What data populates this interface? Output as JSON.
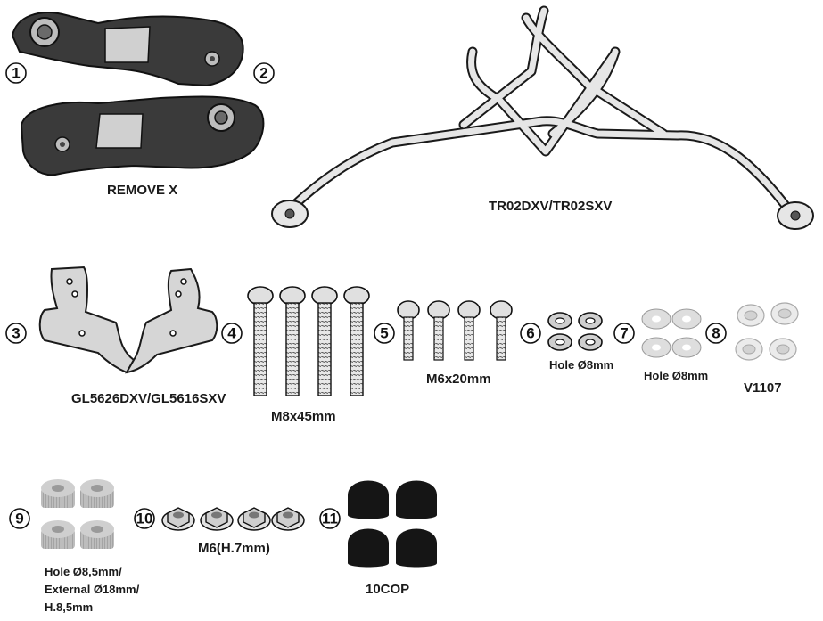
{
  "callouts": {
    "n1": "1",
    "n2": "2",
    "n3": "3",
    "n4": "4",
    "n5": "5",
    "n6": "6",
    "n7": "7",
    "n8": "8",
    "n9": "9",
    "n10": "10",
    "n11": "11"
  },
  "labels": {
    "remove_x": "REMOVE X",
    "rack": "TR02DXV/TR02SXV",
    "brackets": "GL5626DXV/GL5616SXV",
    "bolts_m8": "M8x45mm",
    "bolts_m6": "M6x20mm",
    "washers_small": "Hole Ø8mm",
    "washers_flat": "Hole Ø8mm",
    "bushings": "V1107",
    "spacers_line1": "Hole Ø8,5mm/",
    "spacers_line2": "External Ø18mm/",
    "spacers_line3": "H.8,5mm",
    "nuts": "M6(H.7mm)",
    "caps": "10COP"
  },
  "colors": {
    "line": "#1a1a1a",
    "dark_part": "#3a3a3a",
    "metal": "#d6d6d6",
    "light_metal": "#ebebeb",
    "spacer": "#c4c4c4",
    "cap": "#151515"
  }
}
